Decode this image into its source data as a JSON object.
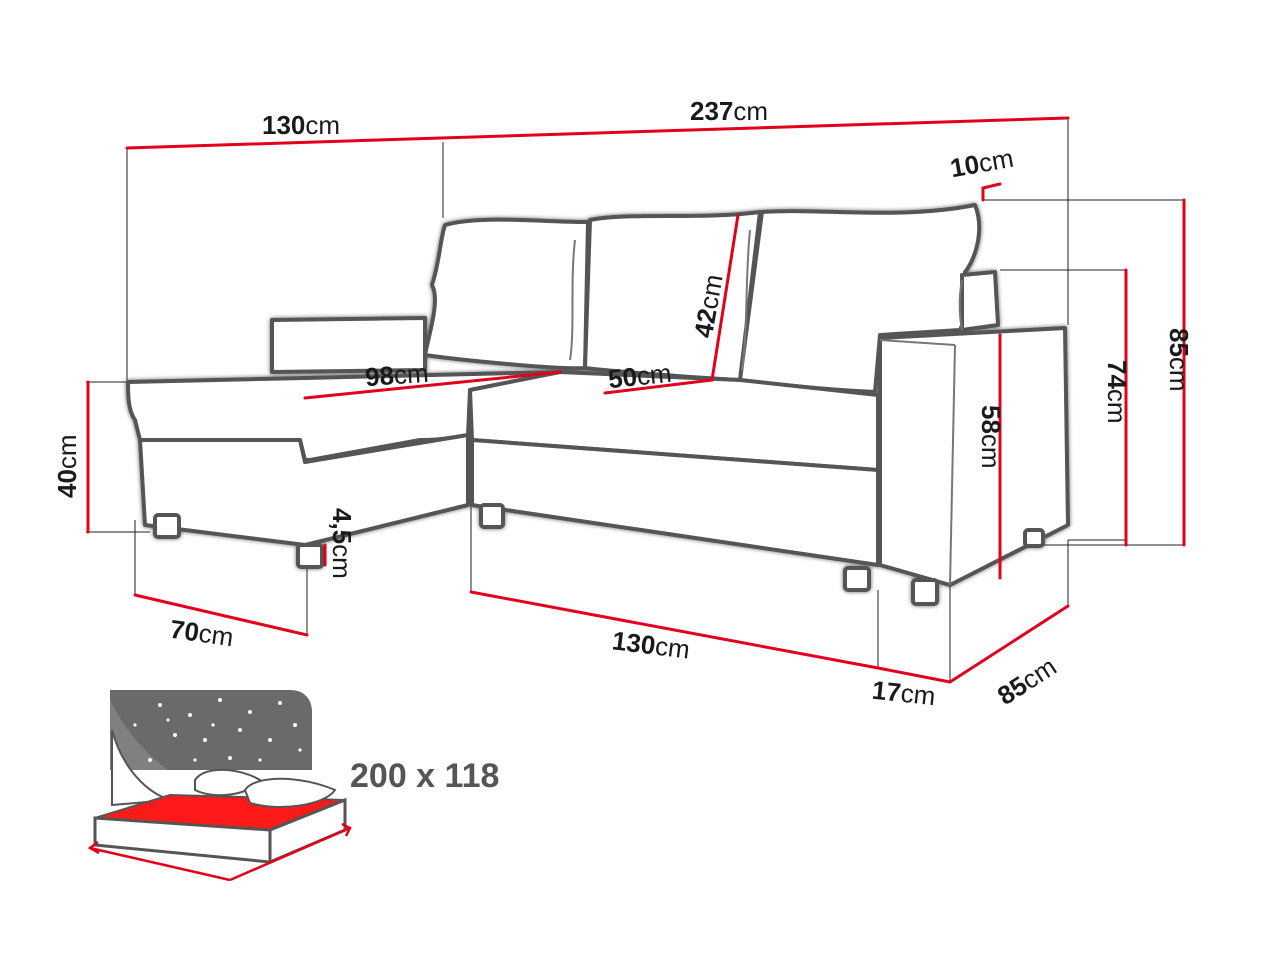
{
  "unit": "cm",
  "dimensions": {
    "total_width": "237",
    "chaise_depth": "130",
    "armrest_width": "10",
    "total_height": "85",
    "back_height": "74",
    "arm_height": "58",
    "cushion_height": "42",
    "seat_depth": "50",
    "chaise_seat": "98",
    "seat_height": "40",
    "leg_height": "4,5",
    "chaise_width": "70",
    "sofa_width": "130",
    "side_arm_width": "17",
    "depth": "85"
  },
  "bed": {
    "size": "200 x 118"
  },
  "colors": {
    "outline": "#555555",
    "dimension_line": "#e3001b",
    "bed_mattress": "#ff1a1a",
    "stars_bg": "#6a6a6a"
  }
}
